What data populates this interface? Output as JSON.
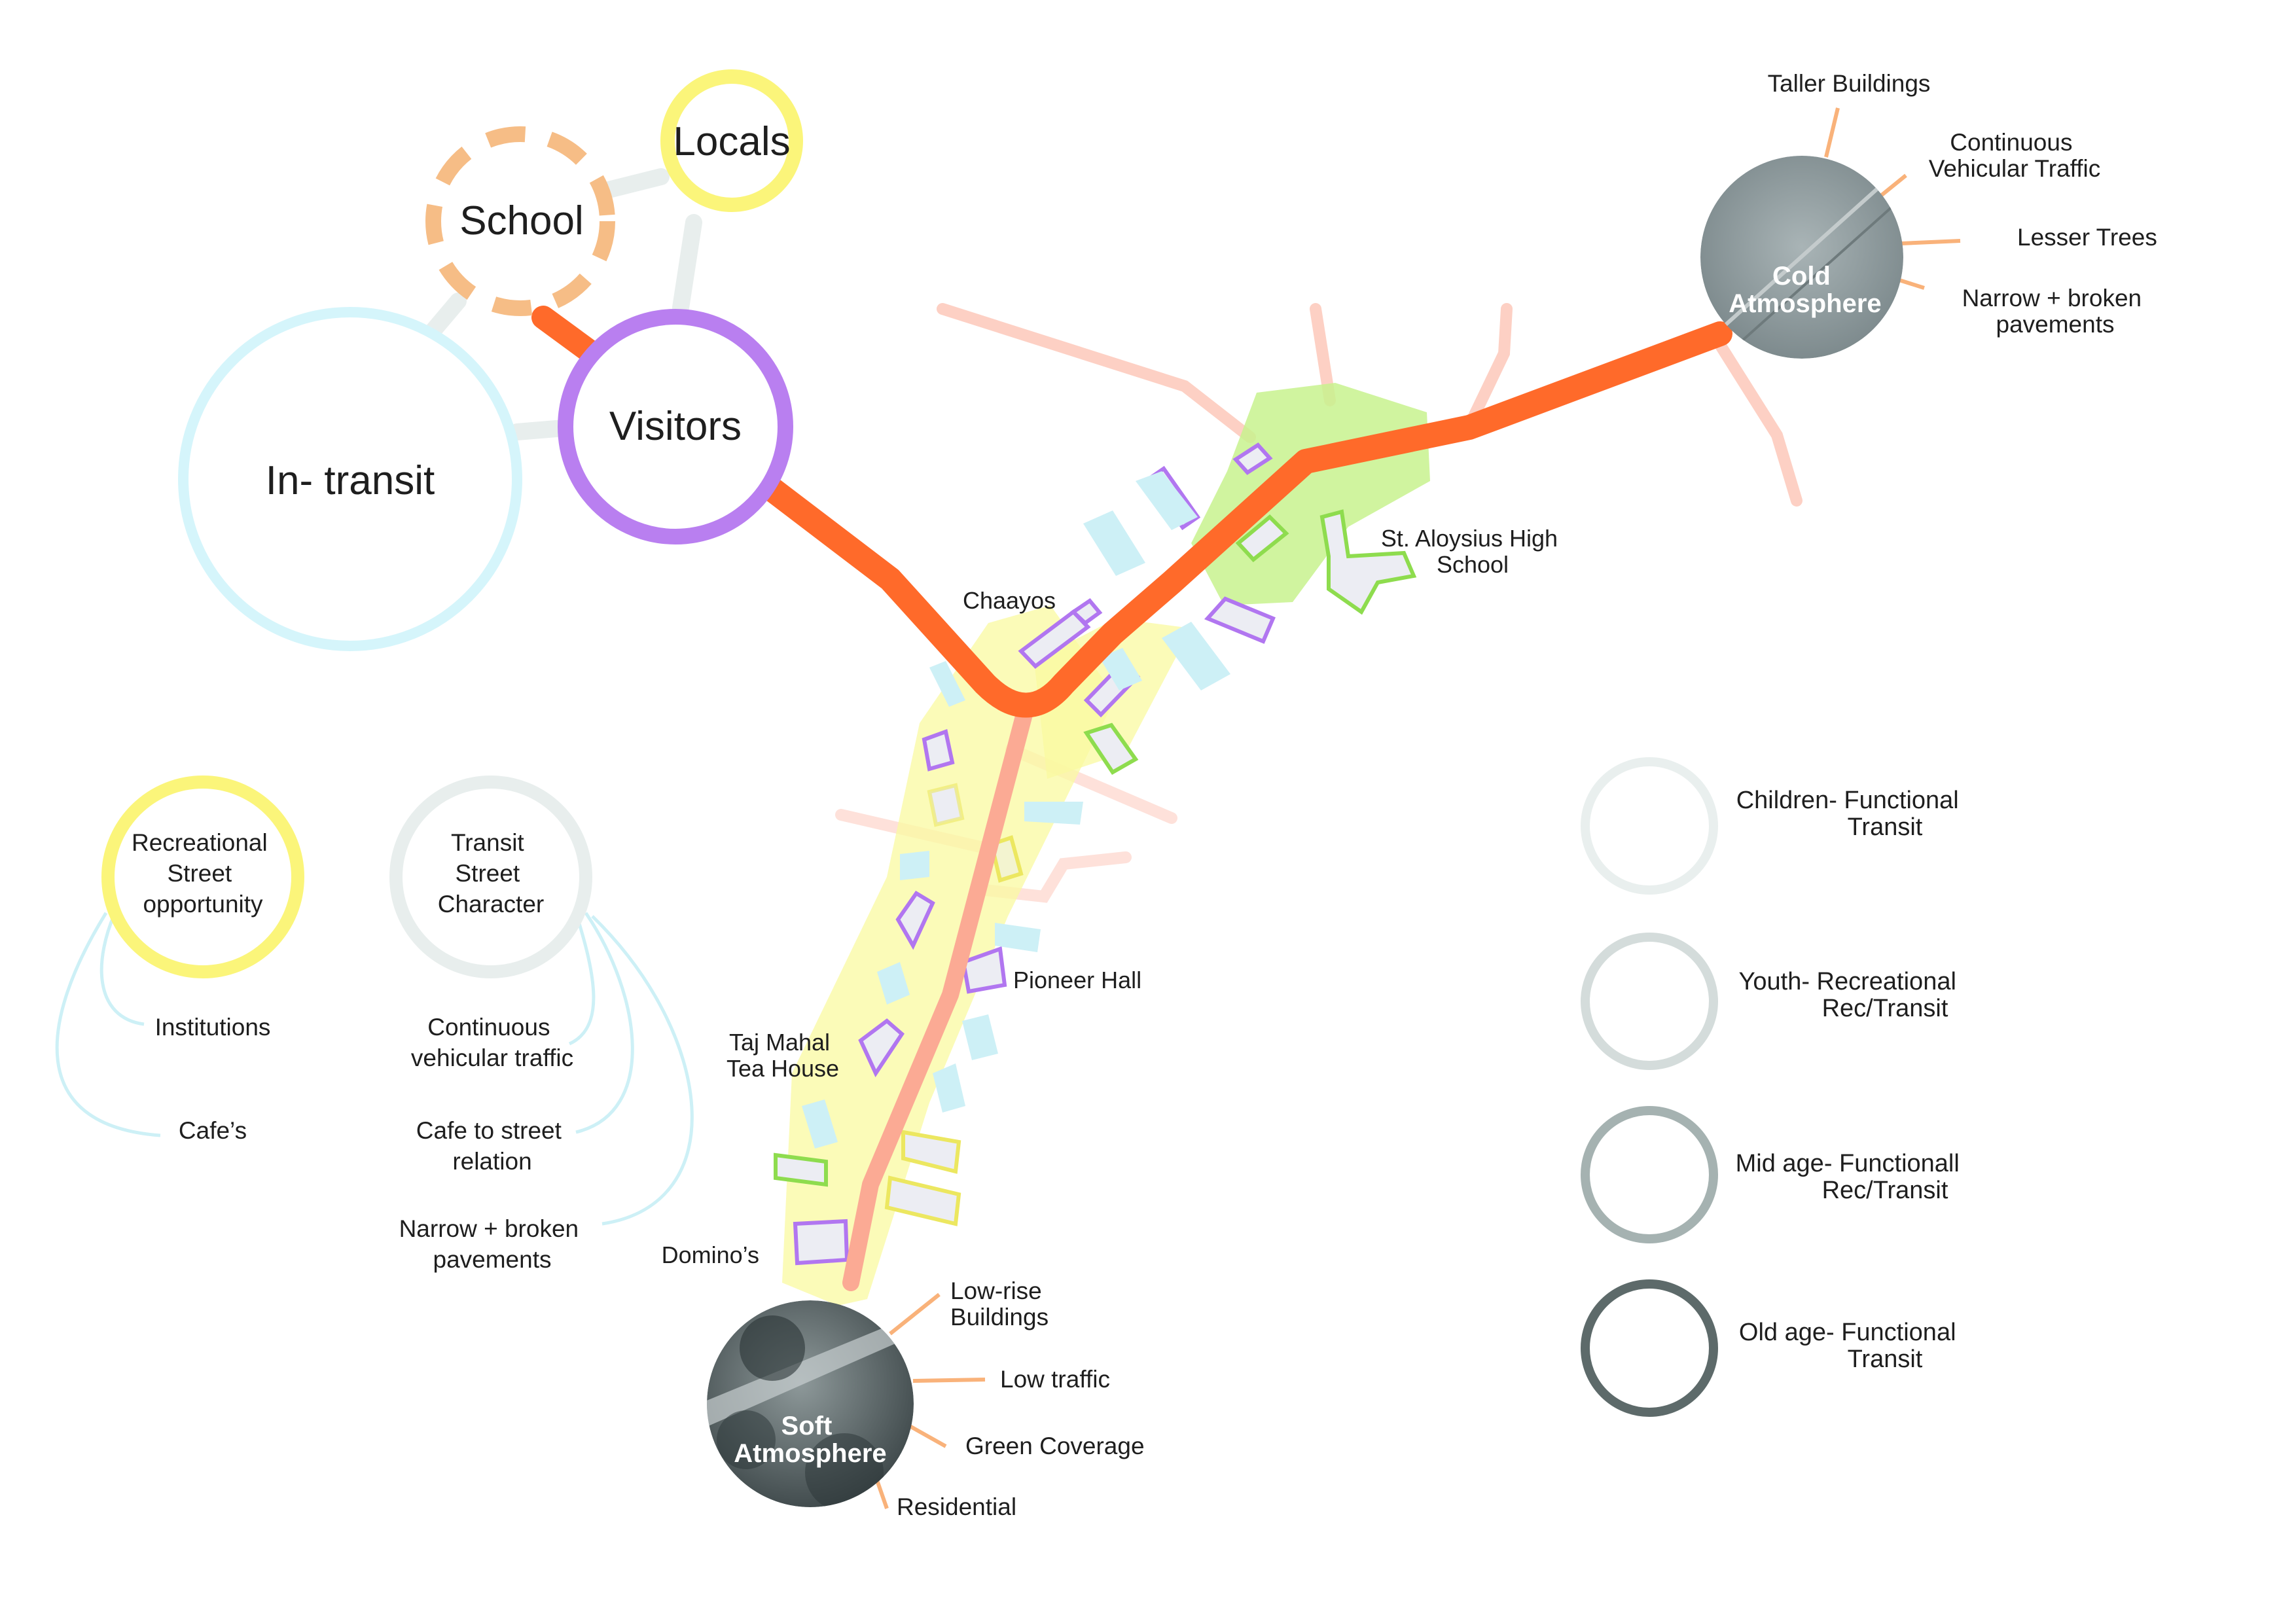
{
  "user_groups": [
    {
      "label": "Visitors",
      "color": "#b97ff0",
      "style": "solid"
    },
    {
      "label": "In- transit",
      "color": "#d5f5fb",
      "style": "solid"
    },
    {
      "label": "School",
      "color": "#f6bd86",
      "style": "dashed"
    },
    {
      "label": "Locals",
      "color": "#fbf57a",
      "style": "solid"
    }
  ],
  "legend_circles": [
    {
      "label": "Recreational Street opportunity",
      "color": "#fbf57a",
      "items": [
        "Institutions",
        "Cafe’s"
      ]
    },
    {
      "label": "Transit Street Character",
      "color": "#e8eeed",
      "items": [
        "Continuous vehicular traffic",
        "Cafe to street relation",
        "Narrow + broken pavements"
      ]
    }
  ],
  "places": [
    "Chaayos",
    "St. Aloysius High School",
    "Pioneer Hall",
    "Taj Mahal Tea House",
    "Domino’s"
  ],
  "atmospheres": [
    {
      "label": "Cold Atmosphere",
      "annotations": [
        "Taller Buildings",
        "Continuous Vehicular Traffic",
        "Lesser Trees",
        "Narrow + broken pavements"
      ]
    },
    {
      "label": "Soft Atmosphere",
      "annotations": [
        "Low-rise Buildings",
        "Low traffic",
        "Green Coverage",
        "Residential"
      ]
    }
  ],
  "age_groups": [
    {
      "label": "Children- Functional Transit",
      "color": "#e9efee"
    },
    {
      "label": "Youth- Recreational Rec/Transit",
      "color": "#d4dcdb"
    },
    {
      "label": "Mid age- Functionall Rec/Transit",
      "color": "#a5b2b1"
    },
    {
      "label": "Old age- Functional Transit",
      "color": "#5d6a6a"
    }
  ],
  "colors": {
    "main_route": "#ff6a2a",
    "secondary_route": "#fbaa94",
    "street_buffer": "#fafaa0",
    "green_area": "#c8f28e",
    "building_purple": "#b176f0",
    "building_green": "#8edc4e",
    "building_yellow": "#ece760",
    "building_cyan": "#cdf0f6",
    "leader_line": "#f9b27a"
  }
}
